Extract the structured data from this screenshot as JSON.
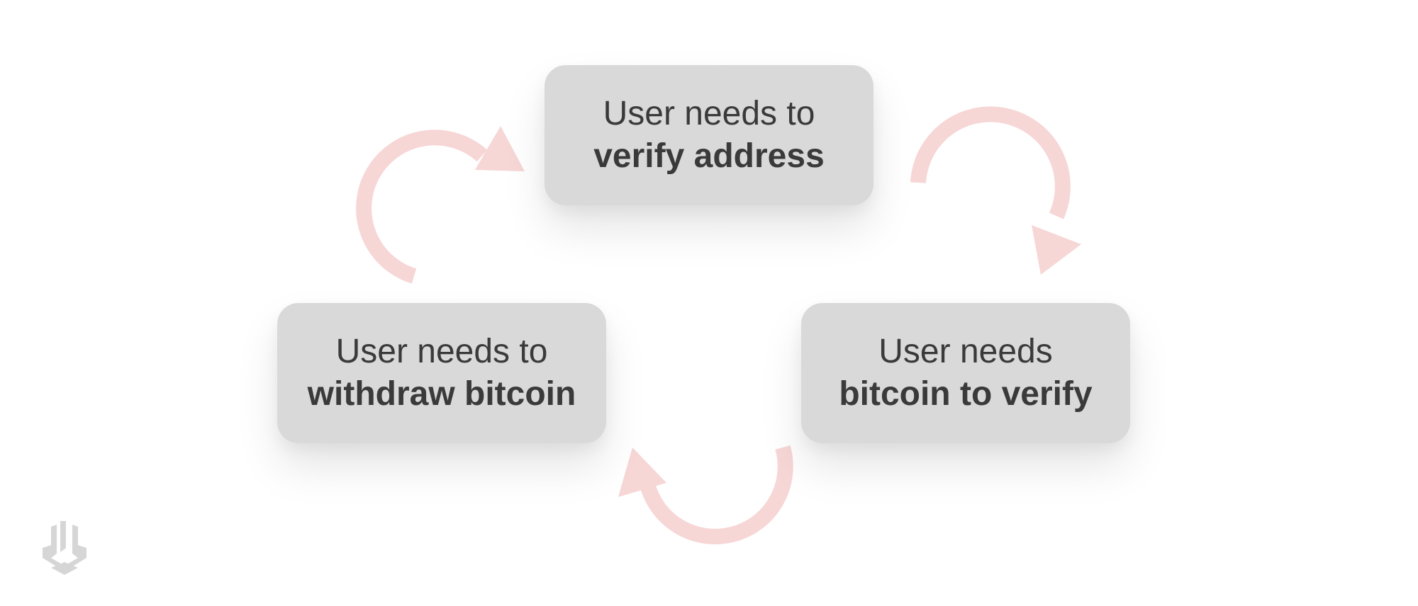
{
  "diagram": {
    "nodes": [
      {
        "line1": "User needs to",
        "line2": "verify address"
      },
      {
        "line1": "User needs to",
        "line2": "withdraw bitcoin"
      },
      {
        "line1": "User needs",
        "line2": "bitcoin to verify"
      }
    ]
  },
  "colors": {
    "box": "#d9d9d9",
    "text": "#3a3a3a",
    "arrow": "#f7d6d6",
    "logo": "#d6d6d6"
  },
  "icons": {
    "arrow_top_left": "circular-arrow-icon",
    "arrow_top_right": "circular-arrow-icon",
    "arrow_bottom": "circular-arrow-icon",
    "logo": "brand-logo-icon"
  }
}
